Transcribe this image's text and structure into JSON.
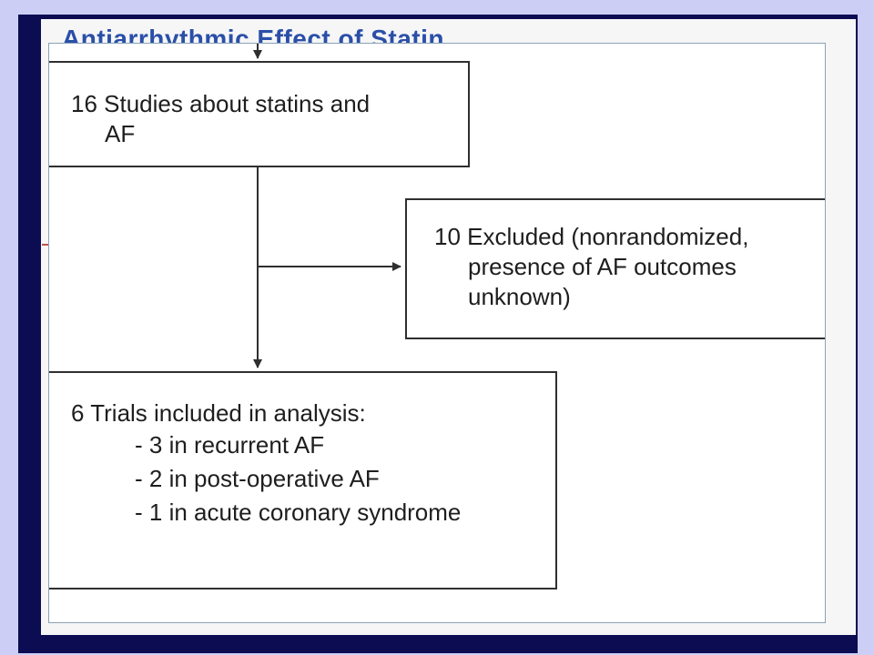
{
  "slide": {
    "title": "Antiarrhythmic Effect of Statin"
  },
  "flowchart": {
    "studies_box": {
      "line1": "16 Studies about statins and",
      "line2": "AF"
    },
    "excluded_box": {
      "line1": "10 Excluded (nonrandomized,",
      "line2": "presence of AF outcomes",
      "line3": "unknown)"
    },
    "included_box": {
      "heading": "6 Trials included in analysis:",
      "items": [
        "- 3 in recurrent AF",
        "- 2 in post-operative AF",
        "- 1 in acute coronary syndrome"
      ]
    }
  },
  "colors": {
    "frame": "#0c0c52",
    "title": "#2a4fa8",
    "outer_background": "#cccef5"
  }
}
